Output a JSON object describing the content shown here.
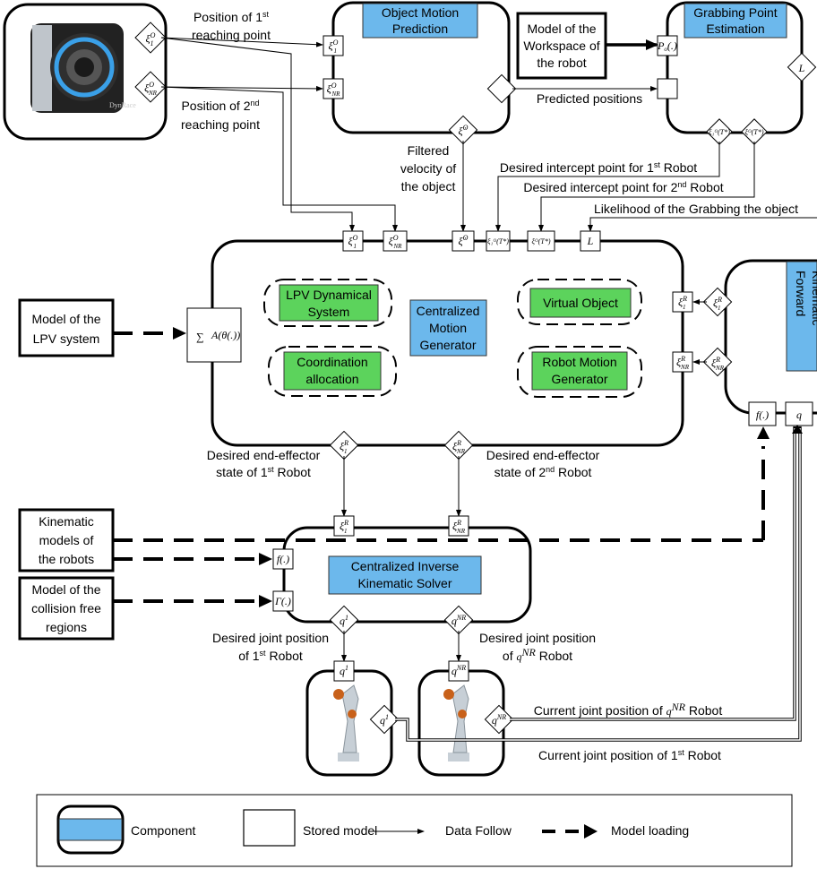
{
  "components": {
    "object_motion_prediction": "Object Motion Prediction",
    "grabbing_point_estimation": "Grabbing Point Estimation",
    "centralized_motion_generator": "Centralized Motion Generator",
    "forward_kinematic": "Forward Kinematic",
    "centralized_ik_solver": "Centralized Inverse Kinematic Solver"
  },
  "modules": {
    "lpv_dynamical_system": "LPV Dynamical System",
    "virtual_object": "Virtual Object",
    "coordination_allocation": "Coordination allocation",
    "robot_motion_generator": "Robot Motion Generator"
  },
  "models": {
    "workspace_model": "Model of the Workspace of the robot",
    "lpv_model": "Model of the LPV system",
    "kinematic_models": "Kinematic models of the robots",
    "collision_free_model": "Model of the collision free regions"
  },
  "labels": {
    "position_first_reaching_point": "Position of 1st reaching point",
    "position_second_reaching_point": "Position of 2nd reaching point",
    "predicted_positions": "Predicted positions",
    "filtered_velocity": "Filtered velocity of the object",
    "desired_intercept_first": "Desired intercept point for 1st Robot",
    "desired_intercept_second": "Desired intercept point for 2nd Robot",
    "likelihood_grabbing": "Likelihood of the Grabbing the object",
    "desired_ee_state_first": "Desired end-effector state of 1st Robot",
    "desired_ee_state_second": "Desired end-effector state of 2nd Robot",
    "desired_joint_first": "Desired joint position of 1st Robot",
    "desired_joint_second": "Desired joint position of qNR Robot",
    "current_joint_nr": "Current joint position of qNR Robot",
    "current_joint_first": "Current joint position of 1st Robot"
  },
  "ports": {
    "xi_o_1": "ξ₁ᴼ",
    "xi_o_nr": "ξᴼ_NR",
    "xi_dot_o": "ξ̇ᴼ",
    "p_o": "Pₒ(.)",
    "likelihood": "L",
    "xi_t_1": "ξ₁ᴼ(T*)",
    "xi_t_nr": "ξᴼ_NR(T*)",
    "sigma_a": "∑ A(θ(.))",
    "xi_r_1": "ξ₁ᴿ",
    "xi_r_nr": "ξᴿ_NR",
    "f_dot": "f(.)",
    "q": "q",
    "gamma_dot": "Γ(.)",
    "q_1": "q¹",
    "q_nr": "qᴺᴿ"
  },
  "camera_badge": "DynRace",
  "legend": {
    "component": "Component",
    "stored_model": "Stored model",
    "data_follow": "Data Follow",
    "model_loading": "Model loading"
  },
  "colors": {
    "component_fill": "#6cb8ec",
    "module_fill": "#5cd35c",
    "camera_ring": "#3aa0e8",
    "robot_orange": "#c8611a",
    "robot_silver": "#c7cfd6"
  }
}
